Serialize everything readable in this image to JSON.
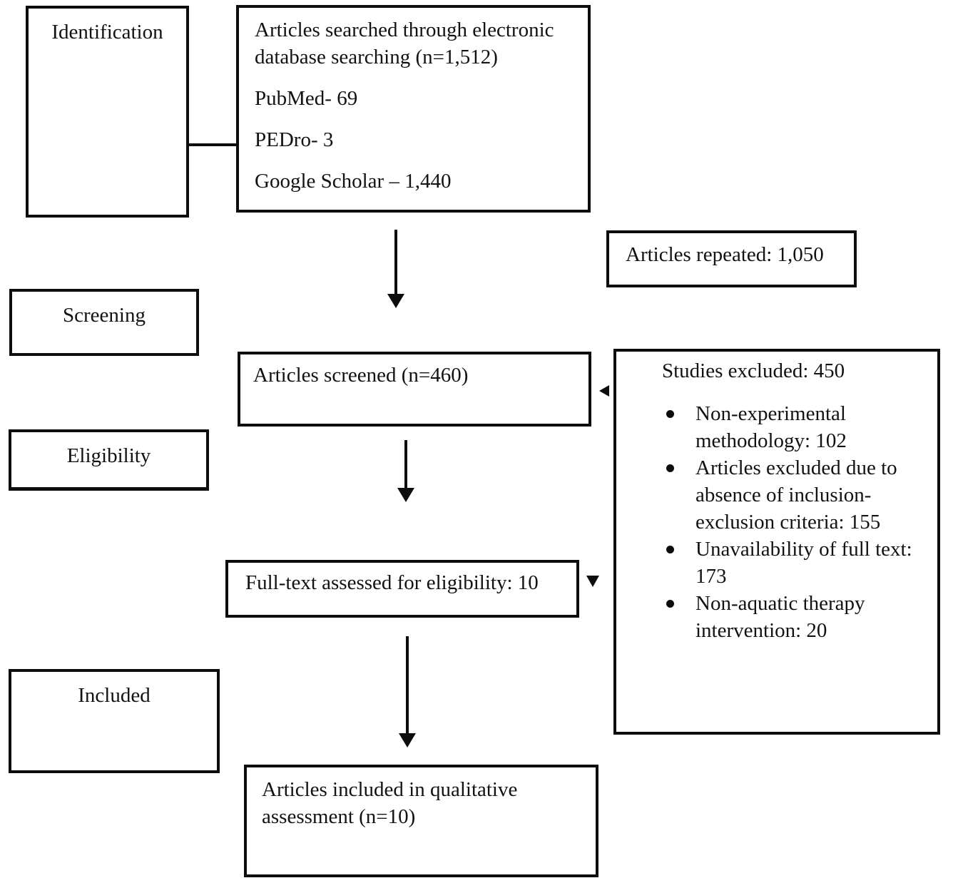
{
  "page": {
    "background_color": "#ffffff",
    "ink_color": "#0d0d0d"
  },
  "stages": {
    "identification": "Identification",
    "screening": "Screening",
    "eligibility": "Eligibility",
    "included": "Included"
  },
  "boxes": {
    "searched": {
      "intro": "Articles searched through electronic database searching (n=1,512)",
      "sources": [
        "PubMed- 69",
        "PEDro- 3",
        "Google Scholar – 1,440"
      ]
    },
    "repeated": {
      "text": "Articles repeated: 1,050"
    },
    "screened": {
      "text": "Articles screened (n=460)"
    },
    "excluded": {
      "title": "Studies excluded: 450",
      "items": [
        "Non-experimental methodology: 102",
        "Articles excluded due to absence of inclusion-exclusion criteria: 155",
        "Unavailability of full text: 173",
        "Non-aquatic therapy intervention: 20"
      ]
    },
    "fulltext": {
      "text": "Full-text assessed for eligibility: 10"
    },
    "final": {
      "text": "Articles included in qualitative assessment (n=10)"
    }
  }
}
